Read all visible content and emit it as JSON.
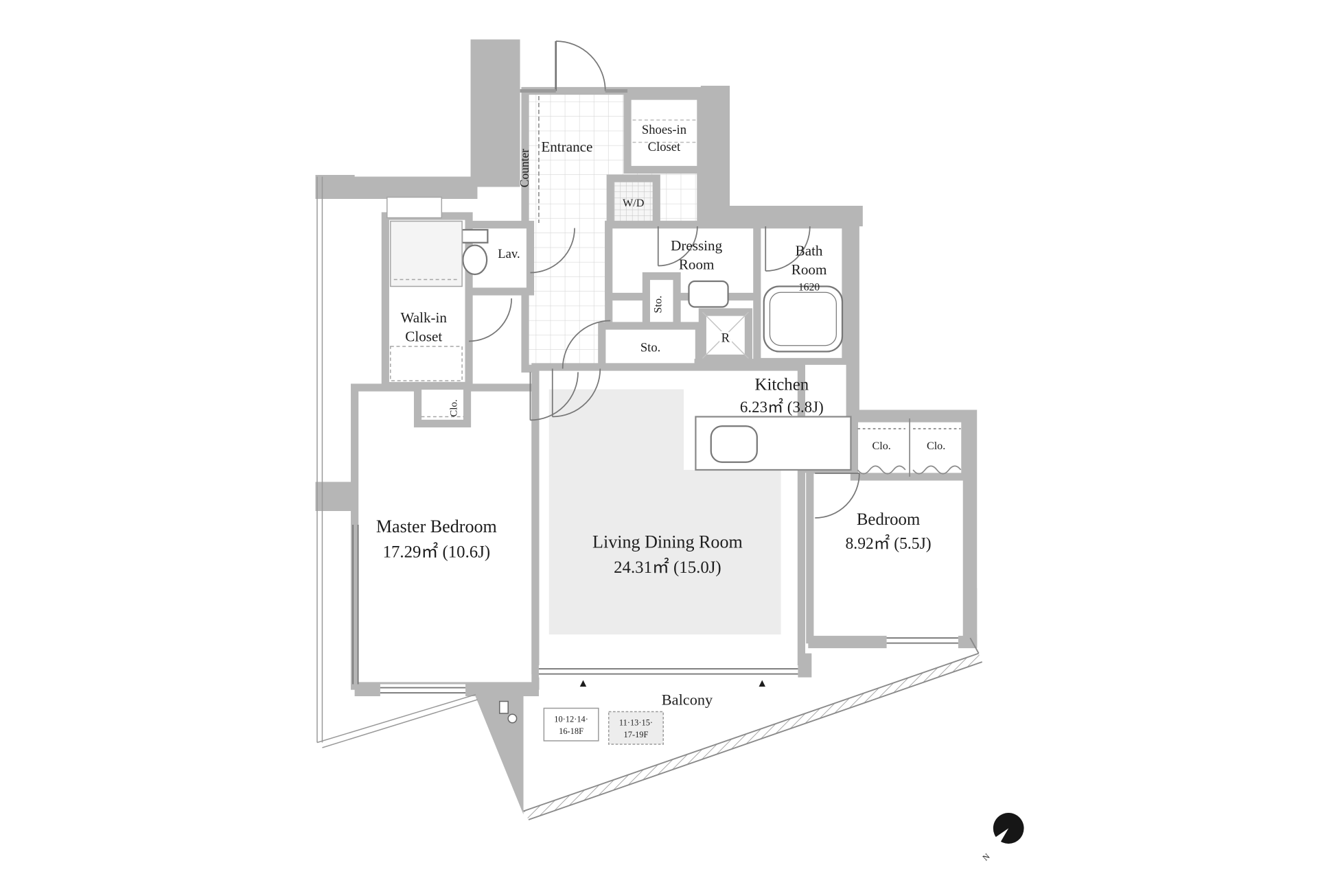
{
  "palette": {
    "wall": "#b6b6b6",
    "line": "#777777",
    "text": "#1d1d1d",
    "rug": "#ececec",
    "tile_line": "#d8d8d8"
  },
  "rooms": {
    "counter": {
      "label": "Counter"
    },
    "entrance": {
      "label": "Entrance"
    },
    "shoes_in_closet": {
      "line1": "Shoes-in",
      "line2": "Closet"
    },
    "washer_dryer": {
      "label": "W/D"
    },
    "dressing_room": {
      "line1": "Dressing",
      "line2": "Room"
    },
    "bath_room": {
      "line1": "Bath",
      "line2": "Room",
      "size": "1620"
    },
    "lavatory": {
      "label": "Lav."
    },
    "storage_small": {
      "label": "Sto."
    },
    "storage_large": {
      "label": "Sto."
    },
    "refrigerator": {
      "label": "R"
    },
    "walk_in_closet": {
      "line1": "Walk-in",
      "line2": "Closet"
    },
    "closet_master": {
      "label": "Clo."
    },
    "kitchen": {
      "label": "Kitchen",
      "area": "6.23㎡ (3.8J)"
    },
    "master_bedroom": {
      "label": "Master Bedroom",
      "area": "17.29㎡ (10.6J)"
    },
    "living_dining": {
      "label": "Living Dining Room",
      "area": "24.31㎡ (15.0J)"
    },
    "bedroom": {
      "label": "Bedroom",
      "area": "8.92㎡ (5.5J)"
    },
    "closet_a": {
      "label": "Clo."
    },
    "closet_b": {
      "label": "Clo."
    },
    "balcony": {
      "label": "Balcony"
    }
  },
  "annotations": {
    "floor_range_a": {
      "line1": "10·12·14·",
      "line2": "16-18F"
    },
    "floor_range_b": {
      "line1": "11·13·15·",
      "line2": "17-19F"
    },
    "marker": "▲",
    "compass": {
      "label": "N"
    }
  }
}
